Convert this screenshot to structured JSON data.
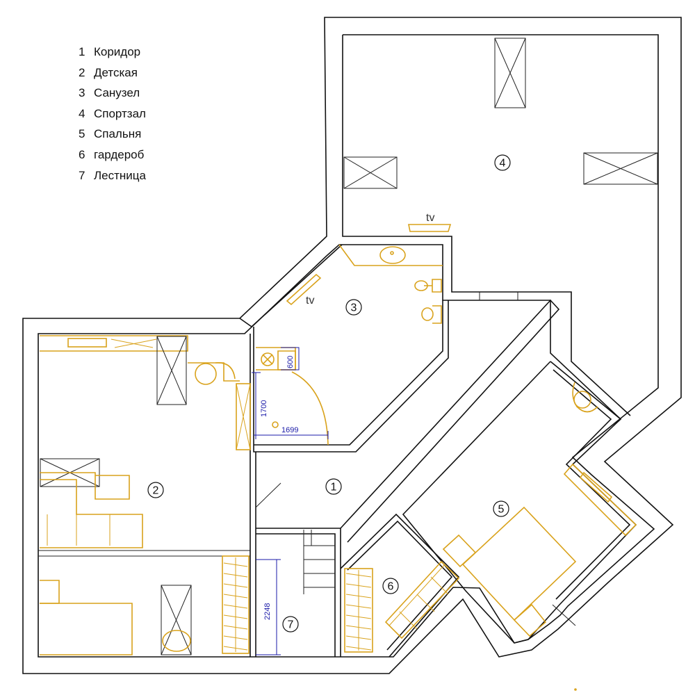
{
  "legend": [
    {
      "num": "1",
      "name": "Коридор"
    },
    {
      "num": "2",
      "name": "Детская"
    },
    {
      "num": "3",
      "name": "Санузел"
    },
    {
      "num": "4",
      "name": "Спортзал"
    },
    {
      "num": "5",
      "name": "Спальня"
    },
    {
      "num": "6",
      "name": "гардероб"
    },
    {
      "num": "7",
      "name": "Лестница"
    }
  ],
  "rooms": {
    "r1": "1",
    "r2": "2",
    "r3": "3",
    "r4": "4",
    "r5": "5",
    "r6": "6",
    "r7": "7"
  },
  "tv_labels": {
    "gym": "tv",
    "bath": "tv"
  },
  "dimensions": {
    "d600": "600",
    "d1700": "1700",
    "d1699": "1699",
    "d2248": "2248"
  },
  "colors": {
    "walls": "#111111",
    "furniture": "#d9a21b",
    "dimensions": "#1a1aa8"
  }
}
